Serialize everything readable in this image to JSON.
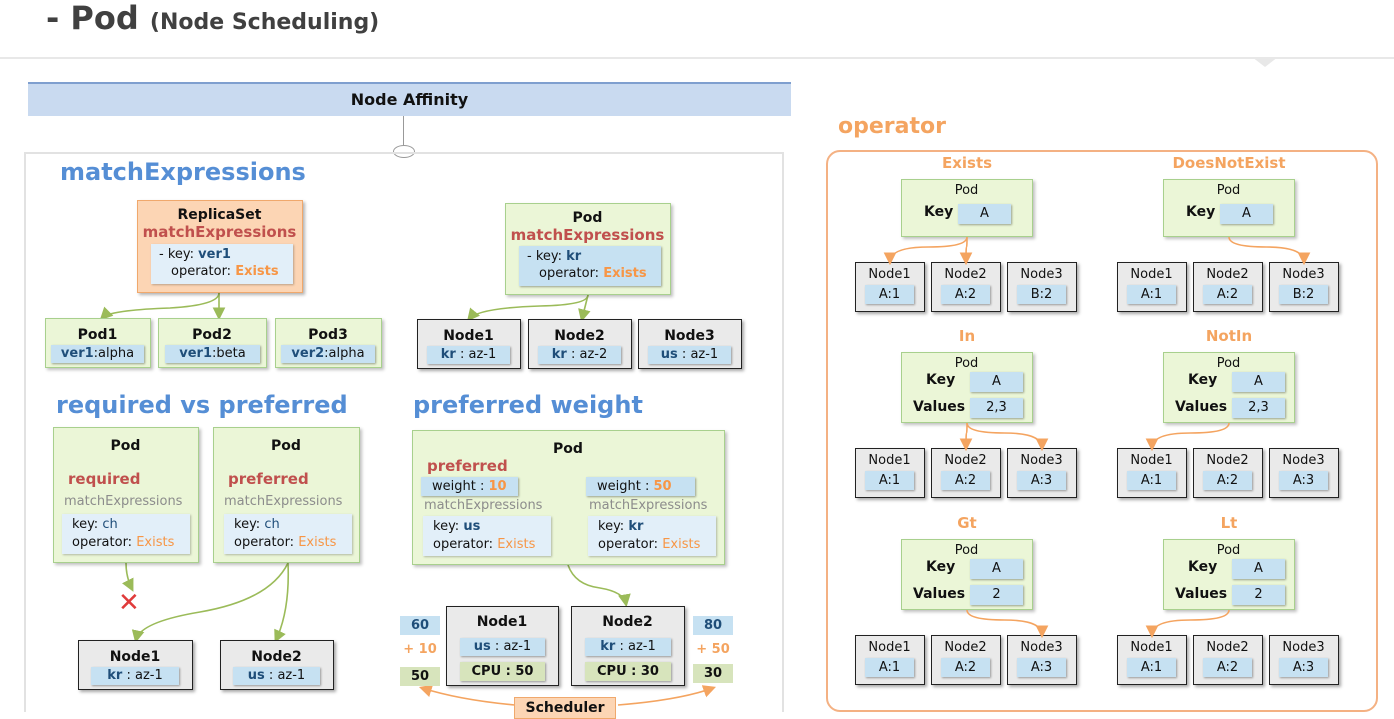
{
  "header": {
    "title": "- Pod",
    "subtitle": "(Node Scheduling)"
  },
  "banner": "Node Affinity",
  "match_expr": {
    "heading": "matchExpressions",
    "replicaset": {
      "title": "ReplicaSet",
      "sub": "matchExpressions",
      "dash": "- key: ",
      "key": "ver1",
      "op_label": "operator: ",
      "op": "Exists"
    },
    "pods": [
      {
        "name": "Pod1",
        "key": "ver1",
        "val": ":alpha"
      },
      {
        "name": "Pod2",
        "key": "ver1",
        "val": ":beta"
      },
      {
        "name": "Pod3",
        "key": "ver2",
        "val": ":alpha"
      }
    ],
    "pod": {
      "title": "Pod",
      "sub": "matchExpressions",
      "dash": "- key: ",
      "key": "kr",
      "op_label": "operator: ",
      "op": "Exists"
    },
    "nodes": [
      {
        "name": "Node1",
        "key": "kr",
        "val": " : az-1"
      },
      {
        "name": "Node2",
        "key": "kr",
        "val": " : az-2"
      },
      {
        "name": "Node3",
        "key": "us",
        "val": " : az-1"
      }
    ]
  },
  "req_pref": {
    "heading": "required vs preferred",
    "left": {
      "title": "Pod",
      "mode": "required",
      "sub": "matchExpressions",
      "key_label": "key: ",
      "key": "ch",
      "op_label": "operator: ",
      "op": "Exists"
    },
    "right": {
      "title": "Pod",
      "mode": "preferred",
      "sub": "matchExpressions",
      "key_label": "key: ",
      "key": "ch",
      "op_label": "operator: ",
      "op": "Exists"
    },
    "cross": "✕",
    "nodes": [
      {
        "name": "Node1",
        "key": "kr",
        "val": " : az-1"
      },
      {
        "name": "Node2",
        "key": "us",
        "val": " : az-1"
      }
    ]
  },
  "weight": {
    "heading": "preferred weight",
    "title": "Pod",
    "mode": "preferred",
    "left": {
      "w_label": "weight : ",
      "w": "10",
      "sub": "matchExpressions",
      "key_label": "key: ",
      "key": "us",
      "op_label": "operator: ",
      "op": "Exists"
    },
    "right": {
      "w_label": "weight : ",
      "w": "50",
      "sub": "matchExpressions",
      "key_label": "key: ",
      "key": "kr",
      "op_label": "operator: ",
      "op": "Exists"
    },
    "nodes": [
      {
        "name": "Node1",
        "key": "us",
        "val": " : az-1",
        "cpu": "CPU : 50"
      },
      {
        "name": "Node2",
        "key": "kr",
        "val": " : az-1",
        "cpu": "CPU : 30"
      }
    ],
    "scores_left": {
      "top": "60",
      "plus": "+ 10",
      "bottom": "50"
    },
    "scores_right": {
      "top": "80",
      "plus": "+ 50",
      "bottom": "30"
    },
    "scheduler": "Scheduler"
  },
  "operator": {
    "title": "operator",
    "groups": [
      {
        "label": "Exists",
        "pod": "Pod",
        "key_label": "Key",
        "key": "A",
        "nodes": [
          [
            "Node1",
            "A:1"
          ],
          [
            "Node2",
            "A:2"
          ],
          [
            "Node3",
            "B:2"
          ]
        ]
      },
      {
        "label": "DoesNotExist",
        "pod": "Pod",
        "key_label": "Key",
        "key": "A",
        "nodes": [
          [
            "Node1",
            "A:1"
          ],
          [
            "Node2",
            "A:2"
          ],
          [
            "Node3",
            "B:2"
          ]
        ]
      },
      {
        "label": "In",
        "pod": "Pod",
        "key_label": "Key",
        "key": "A",
        "values_label": "Values",
        "values": "2,3",
        "nodes": [
          [
            "Node1",
            "A:1"
          ],
          [
            "Node2",
            "A:2"
          ],
          [
            "Node3",
            "A:3"
          ]
        ]
      },
      {
        "label": "NotIn",
        "pod": "Pod",
        "key_label": "Key",
        "key": "A",
        "values_label": "Values",
        "values": "2,3",
        "nodes": [
          [
            "Node1",
            "A:1"
          ],
          [
            "Node2",
            "A:2"
          ],
          [
            "Node3",
            "A:3"
          ]
        ]
      },
      {
        "label": "Gt",
        "pod": "Pod",
        "key_label": "Key",
        "key": "A",
        "values_label": "Values",
        "values": "2",
        "nodes": [
          [
            "Node1",
            "A:1"
          ],
          [
            "Node2",
            "A:2"
          ],
          [
            "Node3",
            "A:3"
          ]
        ]
      },
      {
        "label": "Lt",
        "pod": "Pod",
        "key_label": "Key",
        "key": "A",
        "values_label": "Values",
        "values": "2",
        "nodes": [
          [
            "Node1",
            "A:1"
          ],
          [
            "Node2",
            "A:2"
          ],
          [
            "Node3",
            "A:3"
          ]
        ]
      }
    ]
  },
  "colors": {
    "heading": "#558ed5",
    "operator": "#f4a460",
    "required": "#c0504d",
    "exists": "#f79646",
    "green_arrow": "#9bbb59",
    "orange_arrow": "#f4a460"
  }
}
